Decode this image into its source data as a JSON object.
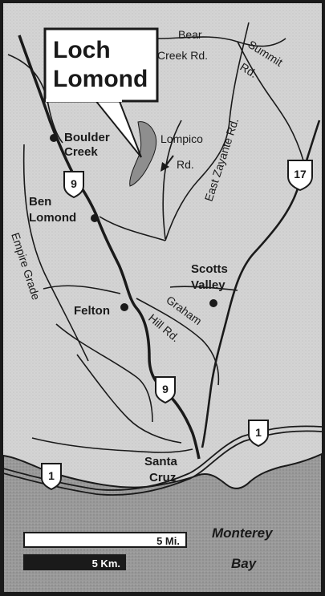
{
  "title": {
    "line1": "Loch",
    "line2": "Lomond"
  },
  "places": {
    "boulder_creek": {
      "line1": "Boulder",
      "line2": "Creek"
    },
    "ben_lomond": {
      "line1": "Ben",
      "line2": "Lomond"
    },
    "felton": "Felton",
    "scotts_valley": {
      "line1": "Scotts",
      "line2": "Valley"
    },
    "santa_cruz": {
      "line1": "Santa",
      "line2": "Cruz"
    }
  },
  "roads": {
    "bear_creek": {
      "line1": "Bear",
      "line2": "Creek Rd."
    },
    "summit": {
      "line1": "Summit",
      "line2": "Rd."
    },
    "lompico": {
      "line1": "Lompico",
      "line2": "Rd."
    },
    "east_zayante": "East Zayante Rd.",
    "empire_grade": "Empire Grade",
    "graham_hill": {
      "line1": "Graham",
      "line2": "Hill Rd."
    }
  },
  "highways": {
    "hwy9_upper": "9",
    "hwy9_lower": "9",
    "hwy17": "17",
    "hwy1_east": "1",
    "hwy1_west": "1"
  },
  "water": {
    "bay_line1": "Monterey",
    "bay_line2": "Bay"
  },
  "scale": {
    "miles": "5 Mi.",
    "km": "5 Km."
  },
  "colors": {
    "land": "#d4d4d4",
    "ocean": "#9a9a9a",
    "ink": "#1a1a1a",
    "lake": "#8e8e8e"
  }
}
